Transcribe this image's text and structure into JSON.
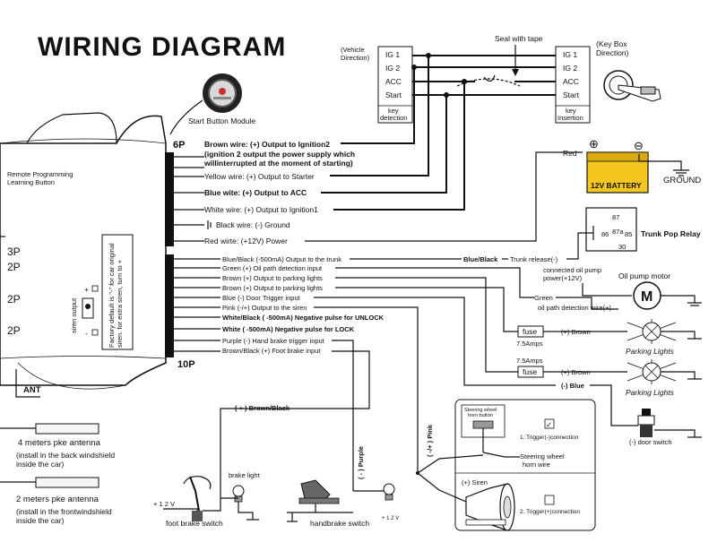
{
  "title": "WIRING DIAGRAM",
  "start_button_label": "Start Button Module",
  "controller": {
    "remote_programming": "Remote Programming",
    "learning_button": "Learning Button",
    "ports": [
      "3P",
      "2P",
      "2P",
      "2P"
    ],
    "siren_output": "siren output",
    "plus": "+",
    "minus": "-",
    "factory_note": [
      "Factory default is \"-\" for car original",
      "siren. for extra siren, turn to +"
    ],
    "port_6p": "6P",
    "port_10p": "10P",
    "ant": "ANT"
  },
  "six_pin_wires": [
    {
      "text": "Brown wire:  (+) Output to Ignition2",
      "bold": true
    },
    {
      "text": "(ignition 2 output the power supply which",
      "bold": true
    },
    {
      "text": "willinterrupted at the moment of starting)",
      "bold": true
    },
    {
      "text": "Yellow wire:  (+) Output to Starter",
      "bold": false
    },
    {
      "text": "Blue wite:  (+) Output to ACC",
      "bold": true
    },
    {
      "text": "White wire:  (+) Output to Ignition1",
      "bold": false
    },
    {
      "text": "Black wire:  (-) Ground",
      "bold": false
    },
    {
      "text": "Red wirte:  (+12V) Power",
      "bold": false
    }
  ],
  "ten_pin_wires": [
    {
      "text": "Blue/Black   (-500mA) Output to the trunk",
      "bold": false
    },
    {
      "text": "Green   (+) Oil path detection  input",
      "bold": false
    },
    {
      "text": "Brown   (+) Output to parking lights",
      "bold": false
    },
    {
      "text": "Brown   (+) Output to parking lights",
      "bold": false
    },
    {
      "text": "Blue   (-) Door Trigger input",
      "bold": false
    },
    {
      "text": "Pink   (-/+) Output to the siren",
      "bold": false
    },
    {
      "text": "White/Black  ( -500mA) Negative pulse for UNLOCK",
      "bold": true
    },
    {
      "text": "White    ( -500mA) Negative pulse for LOCK",
      "bold": true
    },
    {
      "text": "Purple   (-) Hand brake trigger input",
      "bold": false
    },
    {
      "text": "Brown/Black  (+) Foot brake input",
      "bold": false
    }
  ],
  "ignition": {
    "vehicle_direction": [
      "(Vehicle",
      "Direction)"
    ],
    "left_labels": [
      "IG 1",
      "IG 2",
      "ACC",
      "Start"
    ],
    "key_detection": [
      "key",
      "detection"
    ],
    "seal_with_tape": "Seal with tape",
    "right_labels": [
      "IG 1",
      "IG 2",
      "ACC",
      "Start"
    ],
    "key_insertion": [
      "key",
      "Insertion"
    ],
    "key_box_direction": [
      "(Key Box",
      "Direction)"
    ]
  },
  "battery": {
    "label": "12V BATTERY",
    "red": "Red",
    "plus_symbol": "⊕",
    "minus_symbol": "⊖",
    "ground": "GROUND"
  },
  "relay": {
    "label": "Trunk Pop Relay",
    "pins": [
      "87",
      "86",
      "87a",
      "85",
      "30"
    ],
    "blue_black": "Blue/Black",
    "trunk_release": "Trunk release(-)"
  },
  "oil_pump": {
    "connected": [
      "connected oil pump",
      "power(+12V)"
    ],
    "motor_label": "Oil pump motor",
    "motor_letter": "M",
    "green": "Green",
    "detection_wire": "oil path detection wire(+)"
  },
  "parking": {
    "fuse": "fuse",
    "amps": "7.5Amps",
    "brown": "(+) Brown",
    "label": "Parking Lights",
    "blue": "(-) Blue"
  },
  "door_switch": "(-)  door switch",
  "horn": {
    "steering_button": [
      "Steering wheel",
      "horn button"
    ],
    "check": "✓",
    "trigger1": "1. Trigger(-)connection",
    "steering_wire": [
      "Steering wheel",
      "horn wire"
    ],
    "siren": "(+) Siren",
    "trigger2": "2. Trigger(+)connection"
  },
  "bottom": {
    "plus_brown_black": "( + )   Brown/Black",
    "purple_vertical": "( - )   Purple",
    "pink_vertical": "( -/+ )  Pink",
    "plus12v_left": "+ 1 2 V",
    "brake_light": "brake light",
    "foot_brake_switch": "foot brake switch",
    "handbrake_switch": "handbrake  switch",
    "plus12v_small": "+ 1 2 V"
  },
  "antennas": {
    "four_m": "4 meters pke  antenna",
    "four_m_note": [
      "(install in the back windshield",
      "inside the car)"
    ],
    "two_m": "2 meters pke antenna",
    "two_m_note": [
      "(install in the  frontwindshield",
      "inside the car)"
    ]
  }
}
